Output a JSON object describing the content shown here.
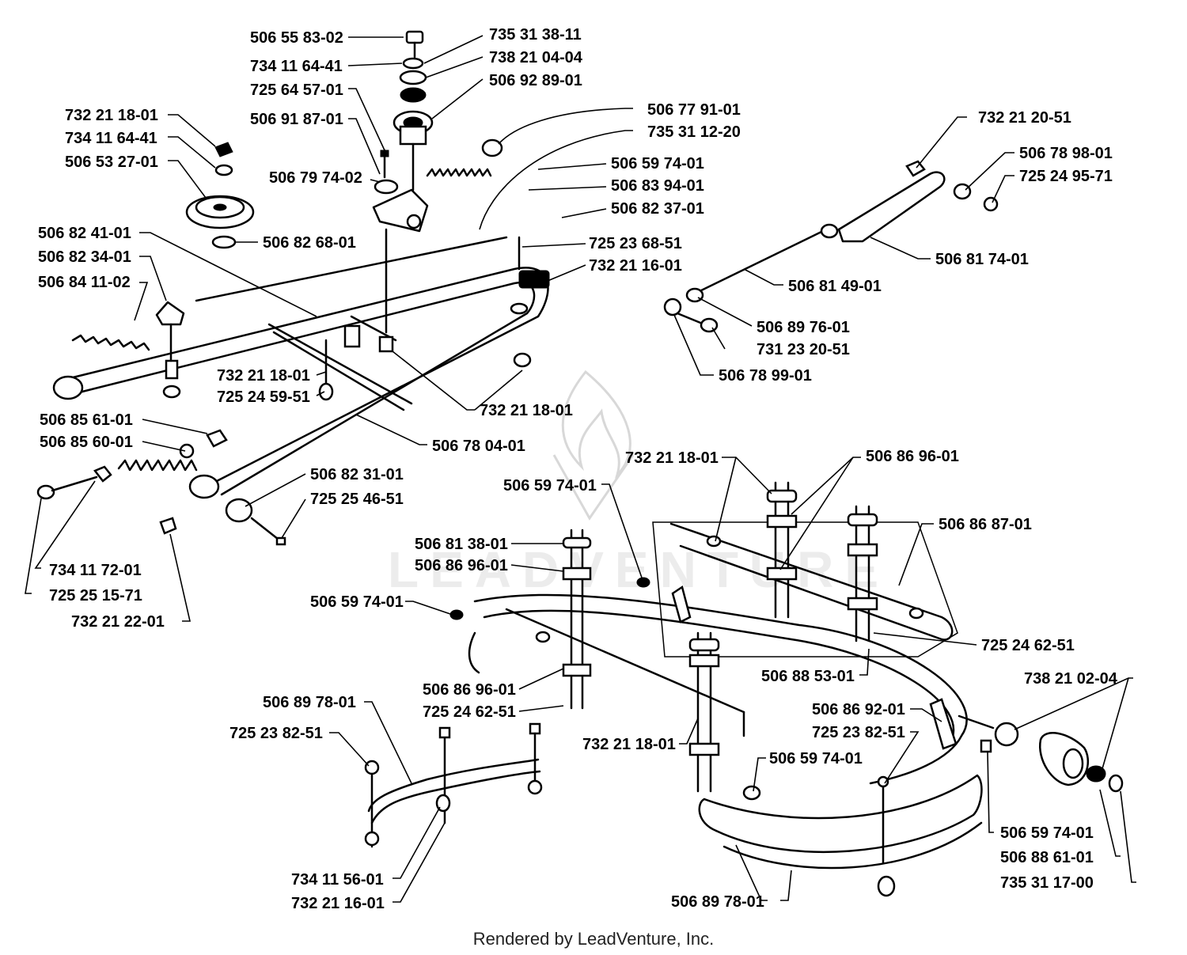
{
  "footer": "Rendered by LeadVenture, Inc.",
  "watermark": "LEADVENTURE",
  "labels": {
    "l01": "506 55 83-02",
    "l02": "734 11 64-41",
    "l03": "725 64 57-01",
    "l04": "506 91 87-01",
    "l05": "735 31 38-11",
    "l06": "738 21 04-04",
    "l07": "506 92 89-01",
    "l08": "732 21 18-01",
    "l09": "734 11 64-41",
    "l10": "506 53 27-01",
    "l11": "506 79 74-02",
    "l12": "506 77 91-01",
    "l13": "735 31 12-20",
    "l14": "506 59 74-01",
    "l15": "506 83 94-01",
    "l16": "506 82 37-01",
    "l17": "506 82 41-01",
    "l18": "506 82 68-01",
    "l19": "725 23 68-51",
    "l20": "506 82 34-01",
    "l21": "732 21 16-01",
    "l22": "506 84 11-02",
    "l23": "732 21 18-01",
    "l24": "725 24 59-51",
    "l25": "732 21 18-01",
    "l26": "506 85 61-01",
    "l27": "506 85 60-01",
    "l28": "506 78 04-01",
    "l29": "506 82 31-01",
    "l30": "725 25 46-51",
    "l31": "734 11 72-01",
    "l32": "725 25 15-71",
    "l33": "732 21 22-01",
    "l34": "732 21 20-51",
    "l35": "506 78 98-01",
    "l36": "725 24 95-71",
    "l37": "506 81 74-01",
    "l38": "506 81 49-01",
    "l39": "506 89 76-01",
    "l40": "731 23 20-51",
    "l41": "506 78 99-01",
    "l42": "732 21 18-01",
    "l43": "506 86 96-01",
    "l44": "506 59 74-01",
    "l45": "506 86 87-01",
    "l46": "506 81 38-01",
    "l47": "506 86 96-01",
    "l48": "506 59 74-01",
    "l49": "725 24 62-51",
    "l50": "506 88 53-01",
    "l51": "738 21 02-04",
    "l52": "506 86 96-01",
    "l53": "725 24 62-51",
    "l54": "506 89 78-01",
    "l55": "506 86 92-01",
    "l56": "725 23 82-51",
    "l57": "725 23 82-51",
    "l58": "732 21 18-01",
    "l59": "506 59 74-01",
    "l60": "506 59 74-01",
    "l61": "506 88 61-01",
    "l62": "735 31 17-00",
    "l63": "734 11 56-01",
    "l64": "732 21 16-01",
    "l65": "506 89 78-01"
  }
}
